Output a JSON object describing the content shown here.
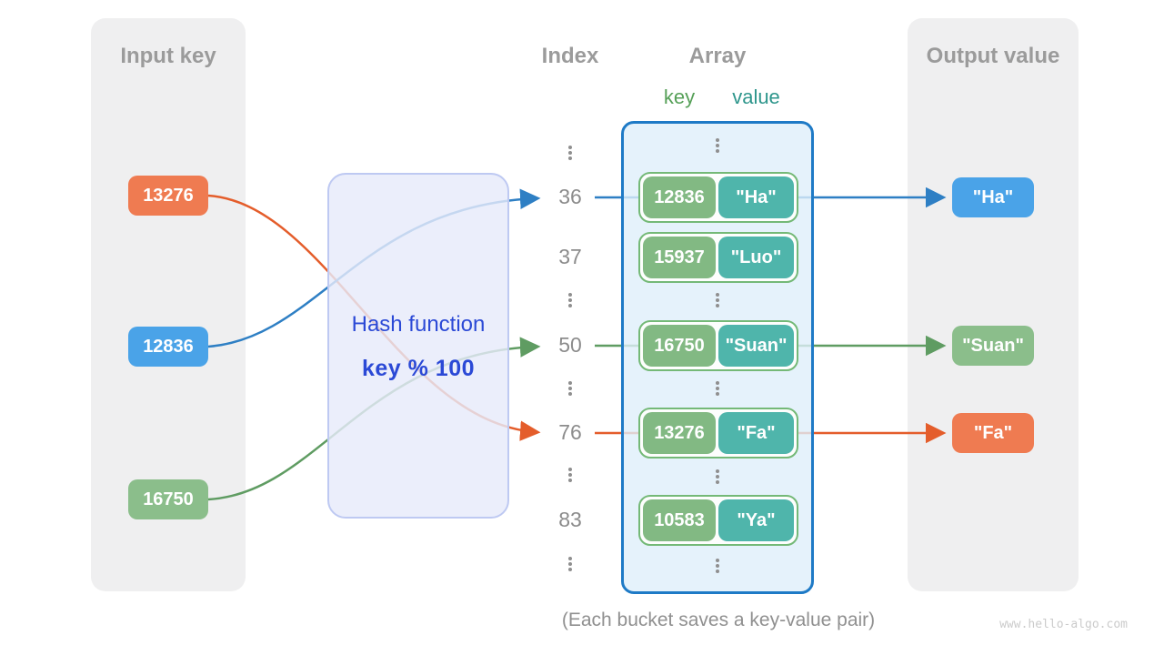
{
  "input_panel": {
    "title": "Input key",
    "keys": [
      "13276",
      "12836",
      "16750"
    ]
  },
  "hash_box": {
    "line1": "Hash function",
    "line2": "key % 100"
  },
  "columns": {
    "index_title": "Index",
    "array_title": "Array",
    "key_label": "key",
    "value_label": "value"
  },
  "index_values": [
    "36",
    "37",
    "50",
    "76",
    "83"
  ],
  "buckets": [
    {
      "key": "12836",
      "value": "\"Ha\""
    },
    {
      "key": "15937",
      "value": "\"Luo\""
    },
    {
      "key": "16750",
      "value": "\"Suan\""
    },
    {
      "key": "13276",
      "value": "\"Fa\""
    },
    {
      "key": "10583",
      "value": "\"Ya\""
    }
  ],
  "output_panel": {
    "title": "Output value",
    "values": [
      "\"Ha\"",
      "\"Suan\"",
      "\"Fa\""
    ]
  },
  "caption": "(Each bucket saves a key-value pair)",
  "watermark": "www.hello-algo.com",
  "colors": {
    "orange": "#ef7b51",
    "blue": "#4aa3e8",
    "green": "#8bbe8b",
    "teal": "#4fb5ab",
    "key_pill_green": "#82b983",
    "bucket_border": "#74b977",
    "array_border": "#1e7ac6",
    "hash_text": "#2b49d6",
    "line_blue": "#2e7fc4",
    "line_green": "#5f9c62",
    "line_orange": "#e45d2b",
    "panel_gray": "#efeff0",
    "title_gray": "#9b9b9b"
  }
}
